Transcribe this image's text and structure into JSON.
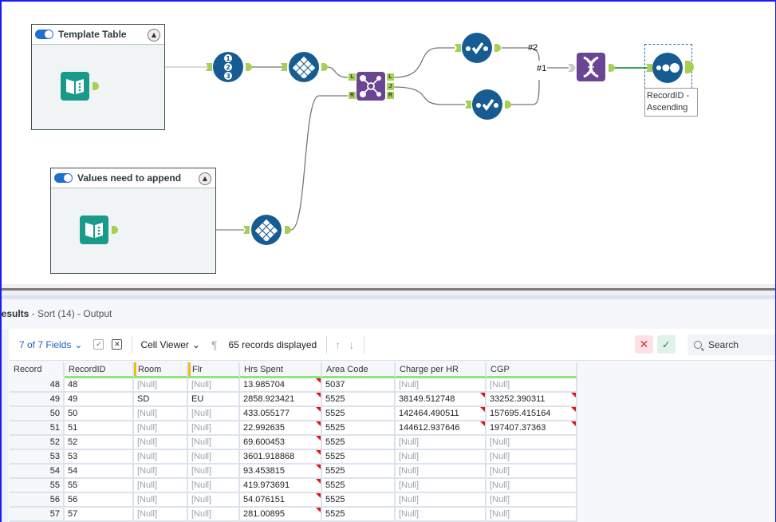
{
  "canvas": {
    "containers": [
      {
        "title": "Template Table",
        "enabled": true
      },
      {
        "title": "Values need to append",
        "enabled": true
      }
    ],
    "tools": [
      {
        "name": "text-input-1",
        "icon": "book-icon",
        "color": "#1a9b8a"
      },
      {
        "name": "record-id",
        "icon": "record-id-icon",
        "color": "#175b93"
      },
      {
        "name": "transpose-1",
        "icon": "transpose-icon",
        "color": "#175b93"
      },
      {
        "name": "join",
        "icon": "join-icon",
        "color": "#6a4592"
      },
      {
        "name": "select-1",
        "icon": "select-icon",
        "color": "#175b93"
      },
      {
        "name": "select-2",
        "icon": "select-icon",
        "color": "#175b93"
      },
      {
        "name": "union",
        "icon": "union-icon",
        "color": "#6a4592"
      },
      {
        "name": "sort",
        "icon": "sort-icon",
        "color": "#175b93"
      },
      {
        "name": "text-input-2",
        "icon": "book-icon",
        "color": "#1a9b8a"
      },
      {
        "name": "transpose-2",
        "icon": "transpose-icon",
        "color": "#175b93"
      }
    ],
    "join_anchors": {
      "in_left": "L",
      "in_right": "R",
      "out_left": "L",
      "out_join": "J",
      "out_right": "R"
    },
    "connection_labels": [
      "#2",
      "#1"
    ],
    "sort_annotation": "RecordID - Ascending"
  },
  "results": {
    "title_bold": "Results",
    "title_rest": " - Sort (14) - Output",
    "toolbar": {
      "fields_label": "7 of 7 Fields",
      "cell_viewer_label": "Cell Viewer",
      "records_label": "65 records displayed",
      "search_placeholder": "Search"
    },
    "columns": [
      "Record",
      "RecordID",
      "Room",
      "Flr",
      "Hrs Spent",
      "Area Code",
      "Charge per HR",
      "CGP"
    ],
    "rows": [
      [
        "48",
        "48",
        "[Null]",
        "[Null]",
        "13.985704",
        "5037",
        "[Null]",
        "[Null]"
      ],
      [
        "49",
        "49",
        "SD",
        "EU",
        "2858.923421",
        "5525",
        "38149.512748",
        "33252.390311"
      ],
      [
        "50",
        "50",
        "[Null]",
        "[Null]",
        "433.055177",
        "5525",
        "142464.490511",
        "157695.415164"
      ],
      [
        "51",
        "51",
        "[Null]",
        "[Null]",
        "22.992635",
        "5525",
        "144612.937646",
        "197407.37363"
      ],
      [
        "52",
        "52",
        "[Null]",
        "[Null]",
        "69.600453",
        "5525",
        "[Null]",
        "[Null]"
      ],
      [
        "53",
        "53",
        "[Null]",
        "[Null]",
        "3601.918868",
        "5525",
        "[Null]",
        "[Null]"
      ],
      [
        "54",
        "54",
        "[Null]",
        "[Null]",
        "93.453815",
        "5525",
        "[Null]",
        "[Null]"
      ],
      [
        "55",
        "55",
        "[Null]",
        "[Null]",
        "419.973691",
        "5525",
        "[Null]",
        "[Null]"
      ],
      [
        "56",
        "56",
        "[Null]",
        "[Null]",
        "54.076151",
        "5525",
        "[Null]",
        "[Null]"
      ],
      [
        "57",
        "57",
        "[Null]",
        "[Null]",
        "281.00895",
        "5525",
        "[Null]",
        "[Null]"
      ]
    ]
  }
}
